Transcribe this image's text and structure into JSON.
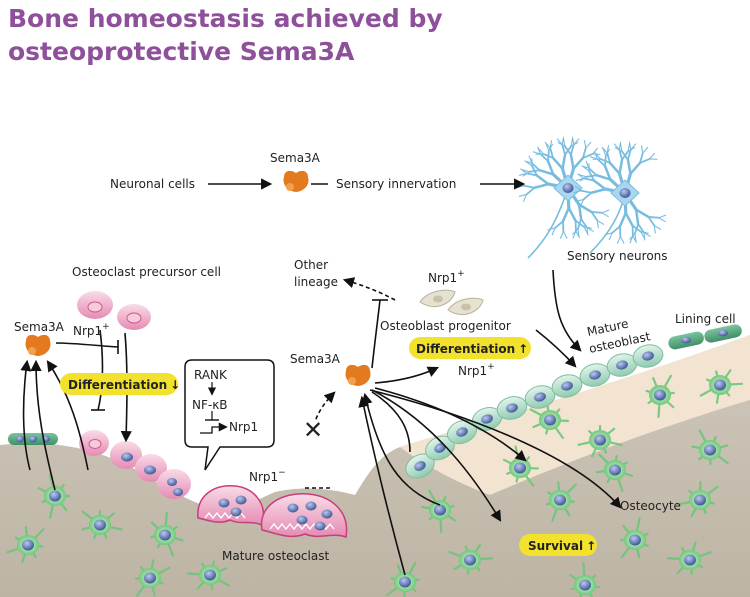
{
  "title_line1": "Bone homeostasis achieved by",
  "title_line2": "osteoprotective Sema3A",
  "labels": {
    "sema3a_top": "Sema3A",
    "neuronal_cells": "Neuronal cells",
    "sensory_innervation": "Sensory innervation",
    "sensory_neurons": "Sensory neurons",
    "osteoclast_precursor": "Osteoclast precursor cell",
    "sema3a_left": "Sema3A",
    "nrp1_left": "Nrp1",
    "plus": "+",
    "minus": "−",
    "differentiation_down": "Differentiation",
    "rank": "RANK",
    "nfkb": "NF-κB",
    "nrp1_box": "Nrp1",
    "nrp1_minus": "Nrp1",
    "mature_osteoclast": "Mature osteoclast",
    "other_lineage_1": "Other",
    "other_lineage_2": "lineage",
    "nrp1_progenitor": "Nrp1",
    "osteoblast_progenitor": "Osteoblast progenitor",
    "sema3a_center": "Sema3A",
    "differentiation_up": "Differentiation",
    "nrp1_center": "Nrp1",
    "mature_osteoblast_1": "Mature",
    "mature_osteoblast_2": "osteoblast",
    "lining_cell": "Lining cell",
    "osteocyte": "Osteocyte",
    "survival_up": "Survival",
    "block_mark": "✕"
  },
  "colors": {
    "title": "#8e4f9b",
    "bone": "#c8c1b3",
    "bone_matrix_light": "#f2e2cf",
    "sema3a": "#e07b1d",
    "osteoclast": "#d9568e",
    "osteoclast_light": "#f3c7dc",
    "osteoblast": "#a9d8c3",
    "osteocyte": "#7fcf8a",
    "nucleus": "#4f6aa7",
    "neuron": "#6fb8dc",
    "pill": "#f3e22d"
  }
}
